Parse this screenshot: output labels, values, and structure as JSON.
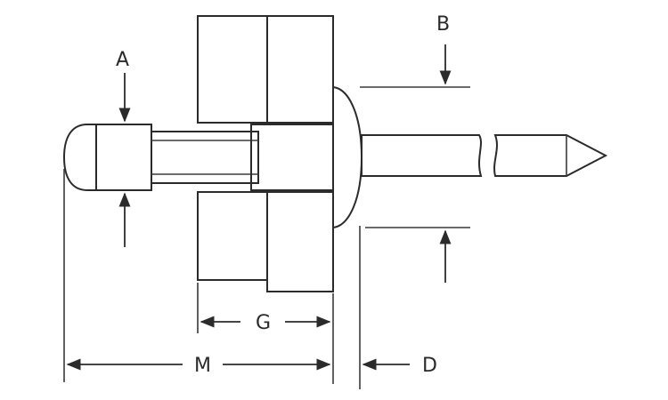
{
  "labels": {
    "a": "A",
    "b": "B",
    "g": "G",
    "m": "M",
    "d": "D"
  },
  "colors": {
    "line": "#2b2b2b",
    "part_fill": "#dcdcdc",
    "hatch_fill": "#d6d6d6",
    "background": "#ffffff"
  }
}
